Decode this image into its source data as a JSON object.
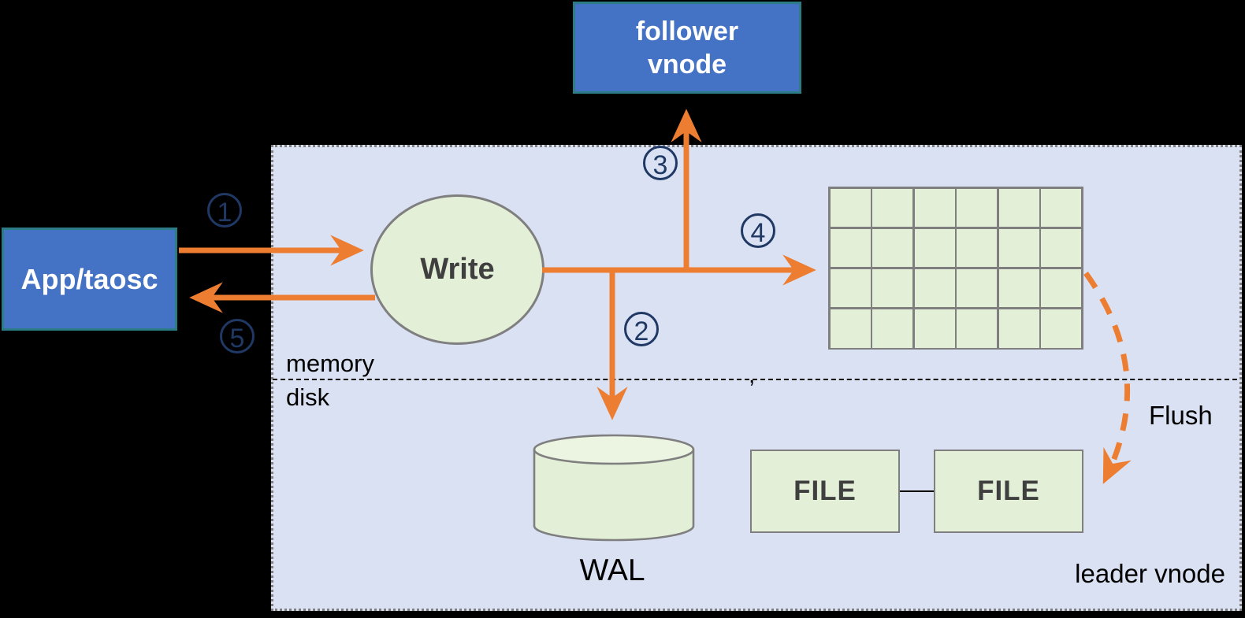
{
  "panel": {
    "label": "leader vnode"
  },
  "nodes": {
    "follower_vnode": {
      "line1": "follower",
      "line2": "vnode"
    },
    "app_taosc": {
      "label": "App/taosc"
    },
    "write": {
      "label": "Write"
    },
    "wal": {
      "label": "WAL"
    },
    "file_left": {
      "label": "FILE"
    },
    "file_right": {
      "label": "FILE"
    }
  },
  "labels": {
    "memory": "memory",
    "disk": "disk",
    "flush": "Flush",
    "stray_comma": ","
  },
  "steps": [
    {
      "num": "1"
    },
    {
      "num": "2"
    },
    {
      "num": "3"
    },
    {
      "num": "4"
    },
    {
      "num": "5"
    }
  ],
  "memtable": {
    "rows": 4,
    "cols": 6
  },
  "colors": {
    "background": "#000000",
    "panel_fill": "#DAE1F3",
    "node_blue": "#4472C4",
    "node_blue_border": "#2B7C85",
    "shape_green": "#E4EFD8",
    "shape_green_light": "#ECF4E2",
    "shape_border_gray": "#7F7F7F",
    "arrow_orange": "#ED7D31",
    "step_navy": "#1F3864",
    "text_dark": "#3F3F3F"
  }
}
